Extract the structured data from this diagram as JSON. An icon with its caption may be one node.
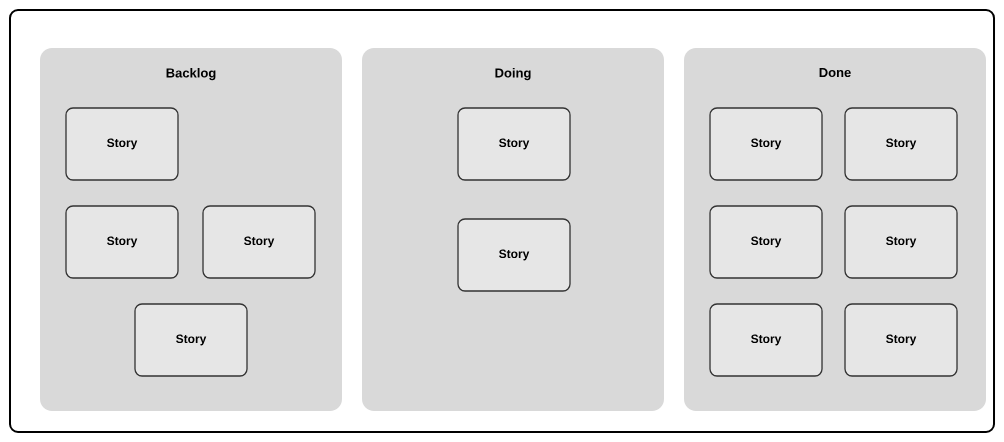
{
  "diagram": {
    "nodes": [
      {
        "text": [
          "Backlog"
        ]
      },
      {
        "text": [
          "Story"
        ],
        "in": 0
      },
      {
        "text": [
          "Story"
        ],
        "in": 0
      },
      {
        "text": [
          "Story"
        ],
        "in": 0
      },
      {
        "text": [
          "Story"
        ],
        "in": 0
      },
      {
        "text": [
          "Doing"
        ]
      },
      {
        "text": [
          "Story"
        ],
        "in": 5
      },
      {
        "text": [
          "Story"
        ],
        "in": 5
      },
      {
        "text": [
          "Done"
        ]
      },
      {
        "text": [
          "Story"
        ],
        "in": 8
      },
      {
        "text": [
          "Story"
        ],
        "in": 8
      },
      {
        "text": [
          "Story"
        ],
        "in": 8
      },
      {
        "text": [
          "Story"
        ],
        "in": 8
      },
      {
        "text": [
          "Story"
        ],
        "in": 8
      },
      {
        "text": [
          "Story"
        ],
        "in": 8
      }
    ]
  }
}
